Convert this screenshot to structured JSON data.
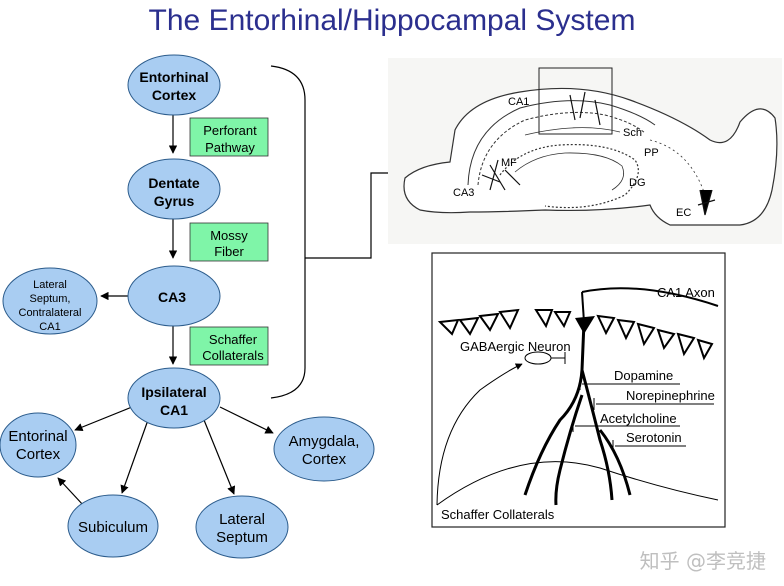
{
  "title": "The Entorhinal/Hippocampal System",
  "nodes": {
    "entorhinal_cortex": [
      "Entorhinal",
      "Cortex"
    ],
    "dentate_gyrus": [
      "Dentate",
      "Gyrus"
    ],
    "ca3": [
      "CA3"
    ],
    "ipsilateral_ca1": [
      "Ipsilateral",
      "CA1"
    ],
    "lateral_septum_contra": [
      "Lateral",
      "Septum,",
      "Contralateral",
      "CA1"
    ],
    "entorinal_cortex_out": [
      "Entorinal",
      "Cortex"
    ],
    "amygdala_cortex": [
      "Amygdala,",
      "Cortex"
    ],
    "subiculum": [
      "Subiculum"
    ],
    "lateral_septum": [
      "Lateral",
      "Septum"
    ]
  },
  "pathways": {
    "perforant": [
      "Perforant",
      "Pathway"
    ],
    "mossy": [
      "Mossy",
      "Fiber"
    ],
    "schaffer": [
      "Schaffer",
      "Collaterals"
    ]
  },
  "hippocampus_labels": {
    "ca1": "CA1",
    "sch": "Sch",
    "pp": "PP",
    "mf": "MF",
    "ca3": "CA3",
    "dg": "DG",
    "ec": "EC"
  },
  "inset_labels": {
    "ca1_axon": "CA1 Axon",
    "gaba_neuron": "GABAergic Neuron",
    "dopamine": "Dopamine",
    "norepinephrine": "Norepinephrine",
    "acetylcholine": "Acetylcholine",
    "serotonin": "Serotonin",
    "schaffer_collaterals": "Schaffer Collaterals"
  },
  "watermark": "知乎 @李竞捷",
  "colors": {
    "node_fill": "#a9cdf2",
    "pathway_fill": "#7ff5a8",
    "title": "#2b2f8e"
  }
}
